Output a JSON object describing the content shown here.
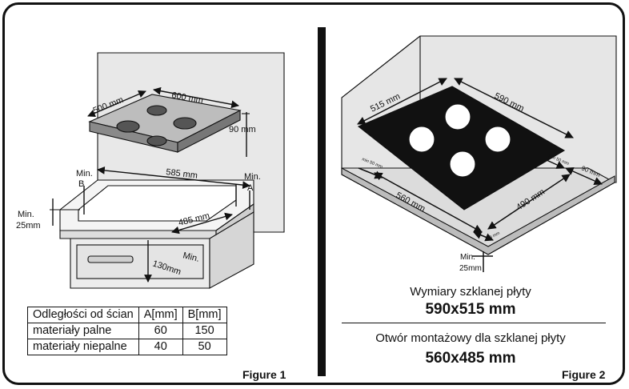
{
  "figure1": {
    "label": "Figure 1",
    "dims": {
      "hob_depth": "500 mm",
      "hob_width": "600 mm",
      "hob_height": "90 mm",
      "cutout_width": "585 mm",
      "cutout_depth": "485 mm",
      "below_clearance": "130mm",
      "min_label": "Min.",
      "b_label": "B",
      "a_label": "A",
      "min_left": "Min.",
      "min_left_value": "25mm"
    },
    "table": {
      "headers": [
        "Odległości od ścian",
        "A[mm]",
        "B[mm]"
      ],
      "rows": [
        [
          "materiały palne",
          "60",
          "150"
        ],
        [
          "materiały niepalne",
          "40",
          "50"
        ]
      ]
    }
  },
  "figure2": {
    "label": "Figure 2",
    "dims": {
      "glass_depth": "515 mm",
      "glass_width": "590 mm",
      "cutout_width": "560 mm",
      "cutout_depth": "490 mm",
      "min_back": "min 50 mm",
      "min_right": "min 50 mm",
      "right_90": "90 mm",
      "front_50": "50 mm",
      "min_label": "Min.",
      "min_value": "25mm"
    },
    "caption1": "Wymiary szklanej płyty",
    "caption1_value": "590x515 mm",
    "caption2": "Otwór montażowy dla szklanej płyty",
    "caption2_value": "560x485 mm"
  }
}
